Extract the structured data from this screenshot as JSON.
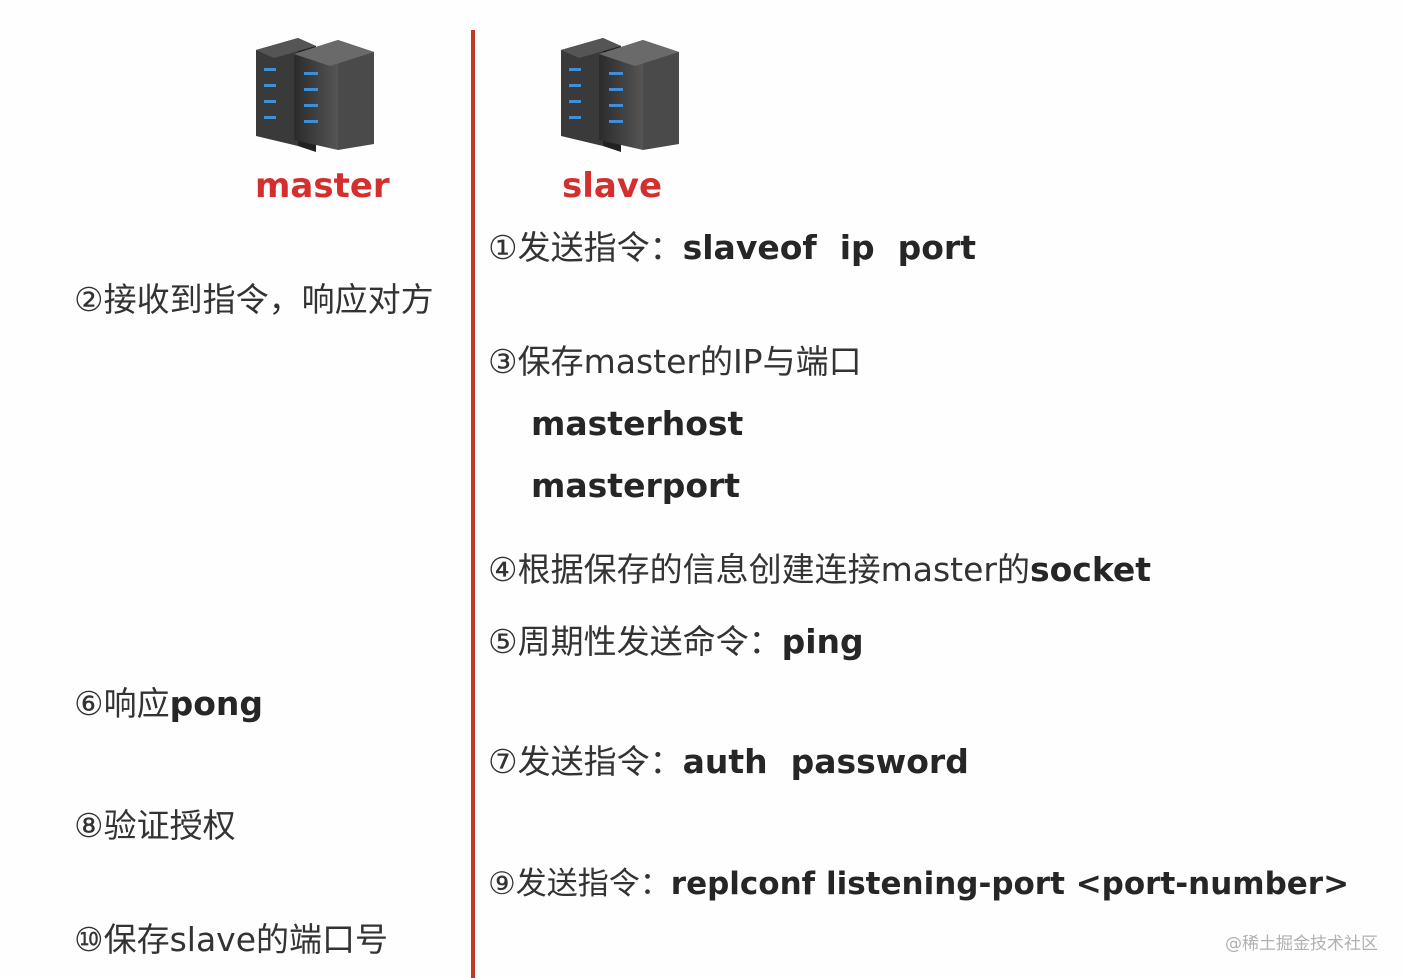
{
  "colors": {
    "divider": "#c0392b",
    "role_label": "#d32f2f",
    "text": "#333333",
    "bold": "#262626"
  },
  "icons": {
    "master_icon": "server-rack-icon",
    "slave_icon": "server-rack-icon"
  },
  "master": {
    "label": "master",
    "steps": [
      {
        "text": "②接收到指令，响应对方",
        "bold": ""
      },
      {
        "text": "⑥响应",
        "bold": "pong"
      },
      {
        "text": "⑧验证授权",
        "bold": ""
      },
      {
        "text": "⑩保存slave的端口号",
        "bold": ""
      }
    ]
  },
  "slave": {
    "label": "slave",
    "steps": [
      {
        "text": "①发送指令：",
        "bold": "slaveof  ip  port"
      },
      {
        "text": "③保存master的IP与端口",
        "bold": ""
      },
      {
        "text": "④根据保存的信息创建连接master的",
        "bold": "socket"
      },
      {
        "text": "⑤周期性发送命令：",
        "bold": "ping"
      },
      {
        "text": "⑦发送指令：",
        "bold": "auth  password"
      },
      {
        "text": "⑨发送指令：",
        "bold": "replconf listening-port <port-number>"
      }
    ],
    "sub": [
      "masterhost",
      "masterport"
    ]
  },
  "watermark": "@稀土掘金技术社区"
}
